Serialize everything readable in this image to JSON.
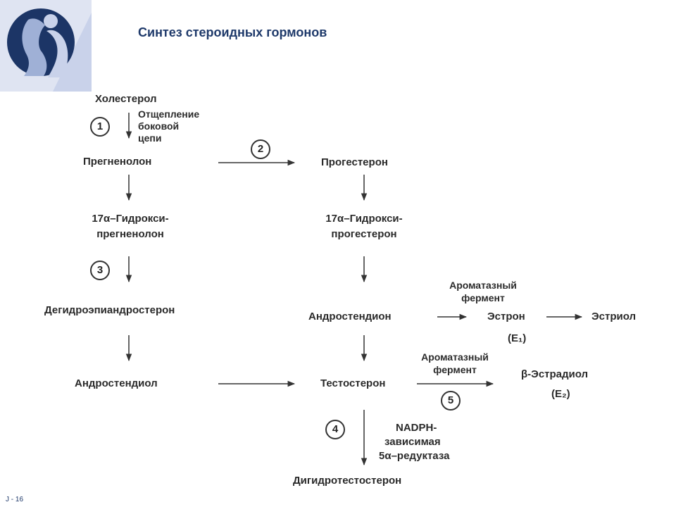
{
  "slide": {
    "title": "Синтез стероидных гормонов",
    "number": "J - 16"
  },
  "nodes": {
    "cholesterol": "Холестерол",
    "pregnenolone": "Прегненолон",
    "progesterone": "Прогестерон",
    "hydroxy_preg_1": "17α–Гидрокси-",
    "hydroxy_preg_2": "прегненолон",
    "hydroxy_prog_1": "17α–Гидрокси-",
    "hydroxy_prog_2": "прогестерон",
    "dhea": "Дегидроэпиандростерон",
    "androstenedione": "Андростендион",
    "estrone": "Эстрон",
    "estriol": "Эстриол",
    "androstenediol": "Андростендиол",
    "testosterone": "Тестостерон",
    "estradiol": "β-Эстрадиол",
    "dht": "Дигидротестостерон"
  },
  "labels": {
    "side_chain_cleavage_1": "Отщепление",
    "side_chain_cleavage_2": "боковой",
    "side_chain_cleavage_3": "цепи",
    "aromatase_1a": "Ароматазный",
    "aromatase_1b": "фермент",
    "aromatase_2a": "Ароматазный",
    "aromatase_2b": "фермент",
    "e1": "(E₁)",
    "e2": "(E₂)",
    "reductase_1": "NADPH-",
    "reductase_2": "зависимая",
    "reductase_3": "5α–редуктаза"
  },
  "steps": [
    "1",
    "2",
    "3",
    "4",
    "5"
  ],
  "colors": {
    "title": "#1f3a6b",
    "logo_dark": "#1c3566",
    "logo_mid": "#9fb0d6",
    "logo_light": "#c9d2ea"
  }
}
